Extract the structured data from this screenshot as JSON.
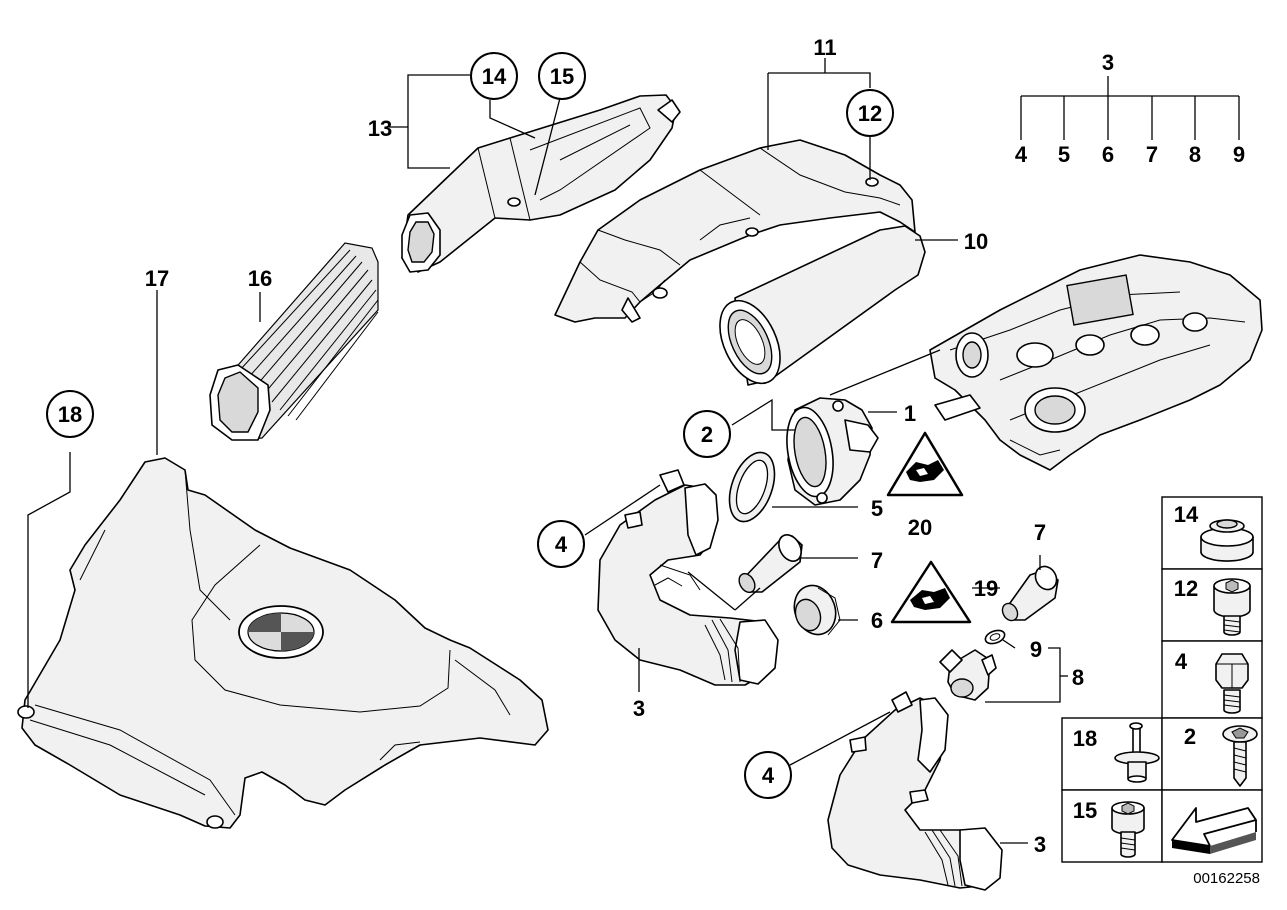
{
  "diagram": {
    "labels": {
      "p1": "1",
      "p2": "2",
      "p3a": "3",
      "p3b": "3",
      "p3c": "3",
      "p4a": "4",
      "p4b": "4",
      "p4h": "4",
      "p5a": "5",
      "p5h": "5",
      "p6a": "6",
      "p6h": "6",
      "p7a": "7",
      "p7b": "7",
      "p7h": "7",
      "p8a": "8",
      "p8h": "8",
      "p9a": "9",
      "p9h": "9",
      "p10": "10",
      "p11": "11",
      "p12a": "12",
      "p13": "13",
      "p14a": "14",
      "p15a": "15",
      "p16": "16",
      "p17": "17",
      "p18a": "18",
      "p19": "19",
      "p20": "20"
    },
    "legend": {
      "l14": "14",
      "l12": "12",
      "l4": "4",
      "l18": "18",
      "l2": "2",
      "l15": "15"
    },
    "document_number": "00162258"
  }
}
